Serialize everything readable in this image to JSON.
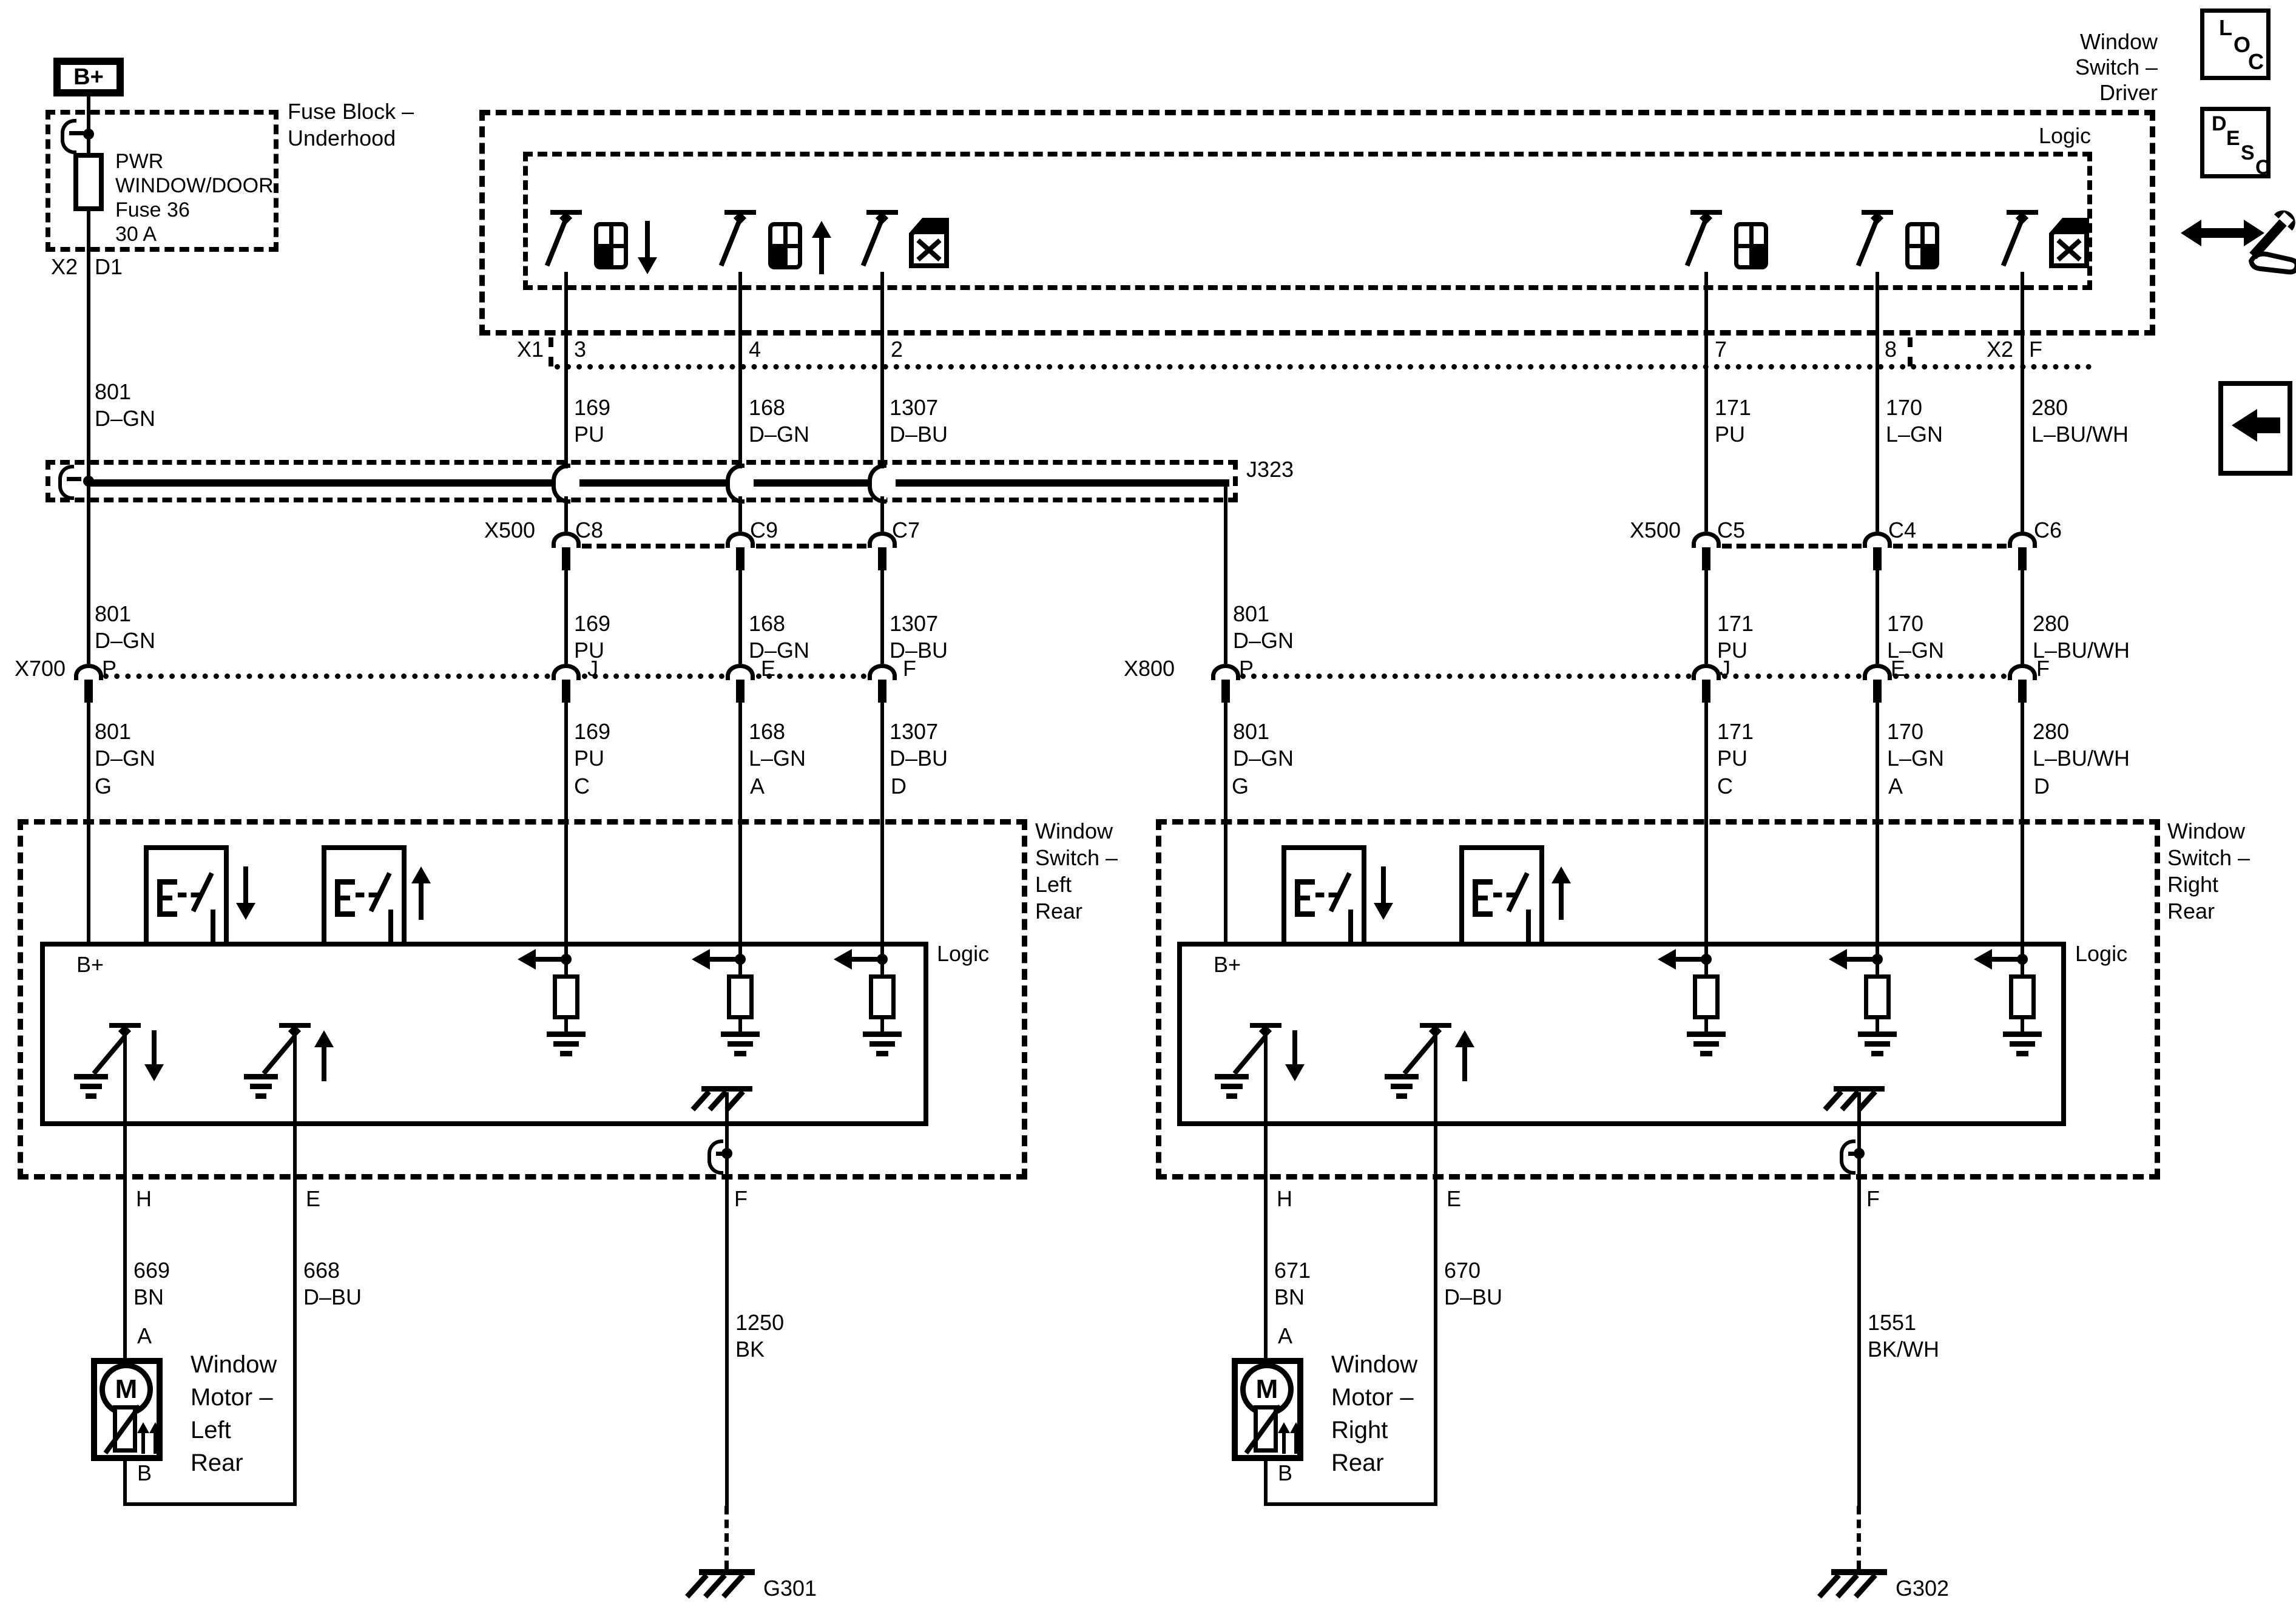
{
  "battery": {
    "label": "B+"
  },
  "fuse_block": {
    "title": [
      "Fuse Block –",
      "Underhood"
    ],
    "fuse": [
      "PWR",
      "WINDOW/DOOR",
      "Fuse 36",
      "30 A"
    ],
    "conn": "X2",
    "pin": "D1"
  },
  "driver_switch": {
    "title": [
      "Window",
      "Switch –",
      "Driver"
    ],
    "logic": "Logic",
    "x1": "X1",
    "x2": "X2",
    "pins": {
      "p3": "3",
      "p4": "4",
      "p2": "2",
      "p7": "7",
      "p8": "8",
      "pf": "F"
    }
  },
  "corner": {
    "loc": [
      "L",
      "O",
      "C"
    ],
    "desc": [
      "D",
      "E",
      "S",
      "C"
    ]
  },
  "j323": "J323",
  "x500": {
    "label": "X500",
    "left": [
      "C8",
      "C9",
      "C7"
    ],
    "right": [
      "C5",
      "C4",
      "C6"
    ]
  },
  "x700": {
    "label": "X700",
    "top": [
      "P",
      "J",
      "E",
      "F"
    ],
    "bottom": [
      "G",
      "C",
      "A",
      "D"
    ]
  },
  "x800": {
    "label": "X800",
    "top": [
      "P",
      "J",
      "E",
      "F"
    ],
    "bottom": [
      "G",
      "C",
      "A",
      "D"
    ]
  },
  "rows": {
    "r1": [
      {
        "n": "801",
        "c": "D–GN"
      },
      {
        "n": "169",
        "c": "PU"
      },
      {
        "n": "168",
        "c": "D–GN"
      },
      {
        "n": "1307",
        "c": "D–BU"
      },
      {
        "n": "171",
        "c": "PU"
      },
      {
        "n": "170",
        "c": "L–GN"
      },
      {
        "n": "280",
        "c": "L–BU/WH"
      }
    ],
    "r2": [
      {
        "n": "801",
        "c": "D–GN"
      },
      {
        "n": "169",
        "c": "PU"
      },
      {
        "n": "168",
        "c": "D–GN"
      },
      {
        "n": "1307",
        "c": "D–BU"
      },
      {
        "n": "801",
        "c": "D–GN"
      },
      {
        "n": "171",
        "c": "PU"
      },
      {
        "n": "170",
        "c": "L–GN"
      },
      {
        "n": "280",
        "c": "L–BU/WH"
      }
    ],
    "r3": [
      {
        "n": "801",
        "c": "D–GN"
      },
      {
        "n": "169",
        "c": "PU"
      },
      {
        "n": "168",
        "c": "L–GN"
      },
      {
        "n": "1307",
        "c": "D–BU"
      },
      {
        "n": "801",
        "c": "D–GN"
      },
      {
        "n": "171",
        "c": "PU"
      },
      {
        "n": "170",
        "c": "L–GN"
      },
      {
        "n": "280",
        "c": "L–BU/WH"
      }
    ]
  },
  "left_box": {
    "title": [
      "Window",
      "Switch –",
      "Left",
      "Rear"
    ],
    "logic": "Logic",
    "bplus": "B+",
    "pins": {
      "h": "H",
      "e": "E",
      "f": "F"
    }
  },
  "right_box": {
    "title": [
      "Window",
      "Switch –",
      "Right",
      "Rear"
    ],
    "logic": "Logic",
    "bplus": "B+",
    "pins": {
      "h": "H",
      "e": "E",
      "f": "F"
    }
  },
  "left_motor": {
    "w1": {
      "n": "669",
      "c": "BN"
    },
    "w2": {
      "n": "668",
      "c": "D–BU"
    },
    "a": "A",
    "b": "B",
    "m": "M",
    "title": [
      "Window",
      "Motor –",
      "Left",
      "Rear"
    ]
  },
  "right_motor": {
    "w1": {
      "n": "671",
      "c": "BN"
    },
    "w2": {
      "n": "670",
      "c": "D–BU"
    },
    "a": "A",
    "b": "B",
    "m": "M",
    "title": [
      "Window",
      "Motor –",
      "Right",
      "Rear"
    ]
  },
  "grounds": {
    "left": {
      "n": "1250",
      "c": "BK",
      "name": "G301"
    },
    "right": {
      "n": "1551",
      "c": "BK/WH",
      "name": "G302"
    }
  }
}
